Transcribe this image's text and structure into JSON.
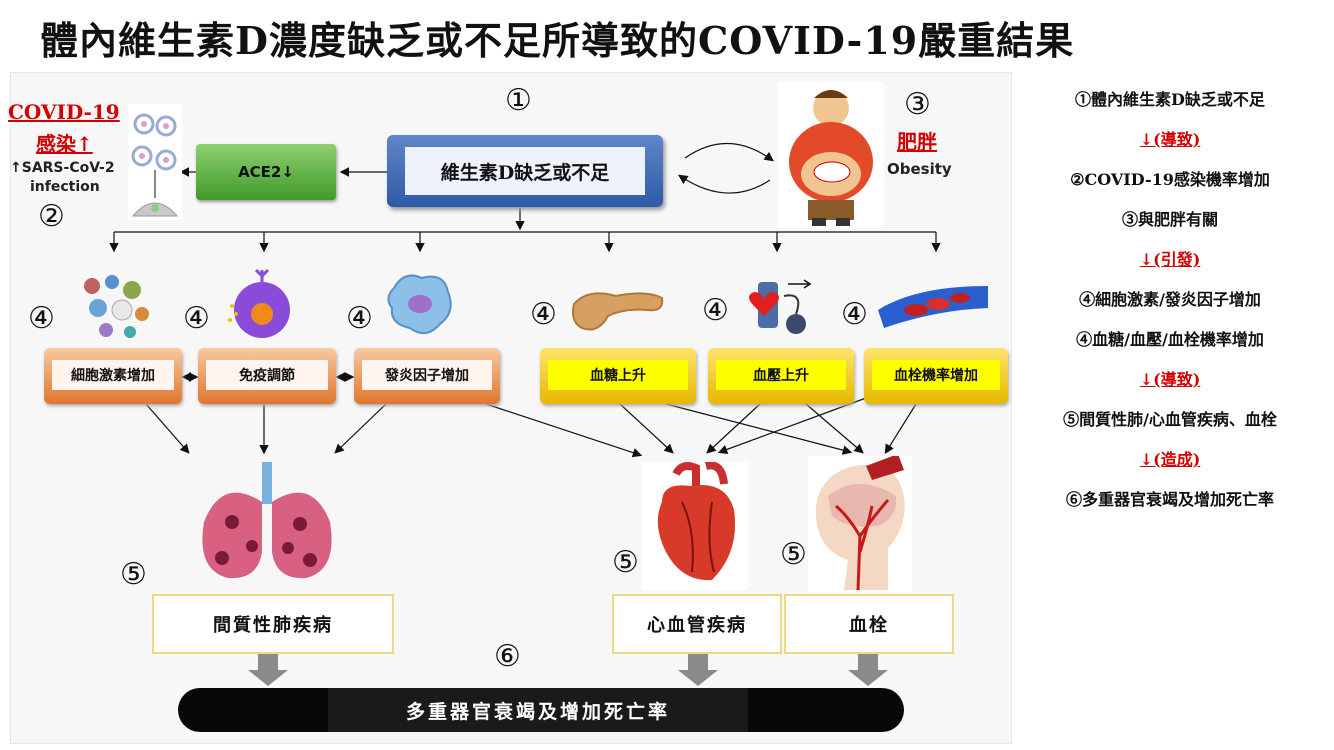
{
  "title": "體內維生素D濃度缺乏或不足所導致的COVID-19嚴重結果",
  "diagram": {
    "nums": {
      "n1": "①",
      "n2": "②",
      "n3": "③",
      "n4": "④",
      "n5": "⑤",
      "n6": "⑥"
    },
    "vitd_box": "維生素D缺乏或不足",
    "ace2_box": "ACE2↓",
    "covid": {
      "line1": "COVID-19",
      "line2": "感染↑",
      "line3": "↑SARS-CoV-2",
      "line4": "infection"
    },
    "obesity": {
      "cn": "肥胖",
      "en": "Obesity"
    },
    "level4": [
      "細胞激素增加",
      "免疫調節",
      "發炎因子增加",
      "血糖上升",
      "血壓上升",
      "血栓機率增加"
    ],
    "level5": [
      "間質性肺疾病",
      "心血管疾病",
      "血栓"
    ],
    "final_bar": "多重器官衰竭及增加死亡率"
  },
  "legend": [
    {
      "text": "①體內維生素D缺乏或不足",
      "style": "normal"
    },
    {
      "text": "↓(導致)",
      "style": "red"
    },
    {
      "text": "②COVID-19感染機率增加",
      "style": "normal"
    },
    {
      "text": "③與肥胖有關",
      "style": "normal"
    },
    {
      "text": "↓(引發)",
      "style": "red"
    },
    {
      "text": "④細胞激素/發炎因子增加",
      "style": "normal"
    },
    {
      "text": "④血糖/血壓/血栓機率增加",
      "style": "normal"
    },
    {
      "text": "↓(導致)",
      "style": "red"
    },
    {
      "text": "⑤間質性肺/心血管疾病、血栓",
      "style": "normal"
    },
    {
      "text": "↓(造成)",
      "style": "red"
    },
    {
      "text": "⑥多重器官衰竭及增加死亡率",
      "style": "normal"
    }
  ],
  "colors": {
    "accent_red": "#d40000",
    "blue_box": "#2f5aa8",
    "green_box": "#3f9a2a",
    "orange_box": "#e0762e",
    "yellow_box": "#ffff00"
  }
}
